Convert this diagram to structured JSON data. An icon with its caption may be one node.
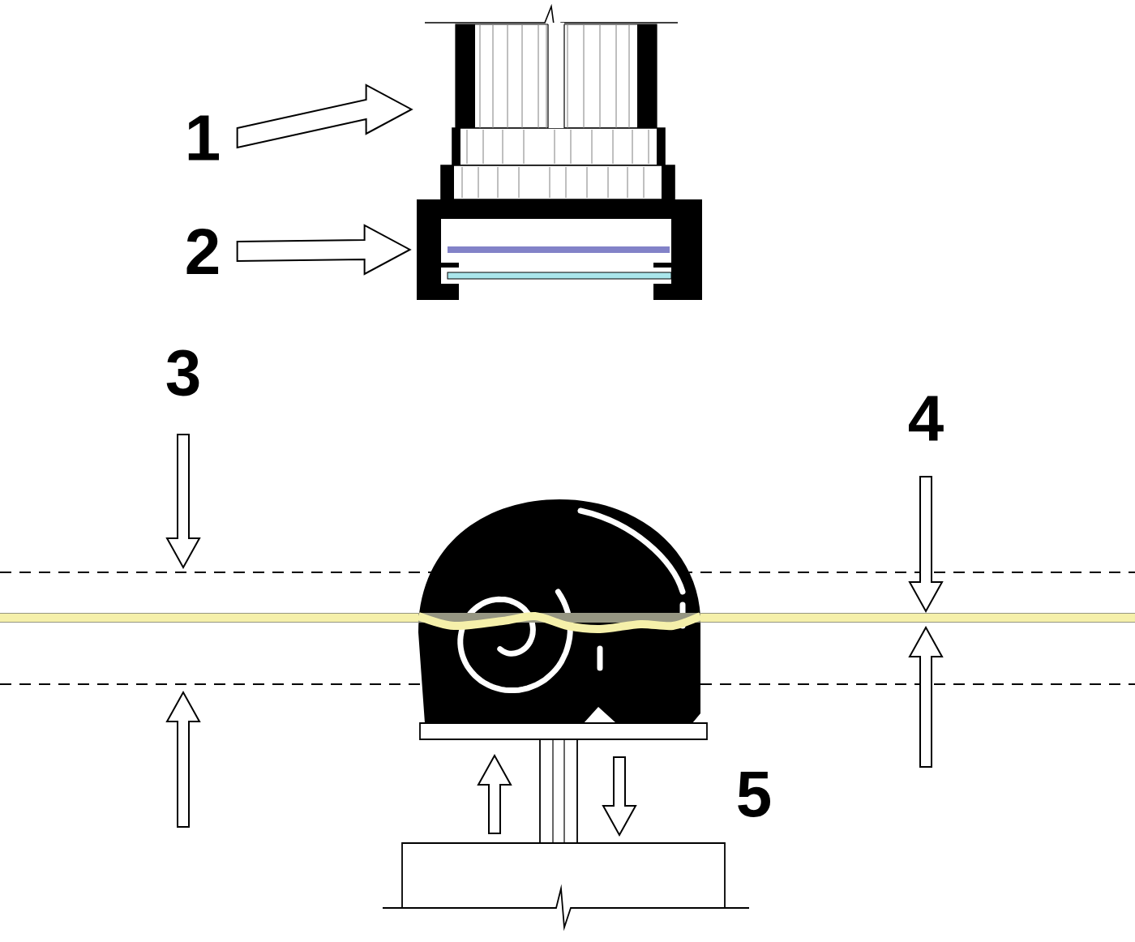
{
  "diagram": {
    "nodes": [
      {
        "text": [
          "1"
        ]
      },
      {
        "text": [],
        "shape": "picture"
      },
      {
        "text": [
          "2"
        ]
      },
      {
        "text": [],
        "shape": "picture"
      }
    ],
    "edges": [
      {
        "from": 0,
        "to": 1,
        "arrow": "to"
      },
      {
        "from": 2,
        "to": 3,
        "arrow": "to"
      }
    ],
    "labels": [
      "3",
      "4",
      "5"
    ]
  }
}
